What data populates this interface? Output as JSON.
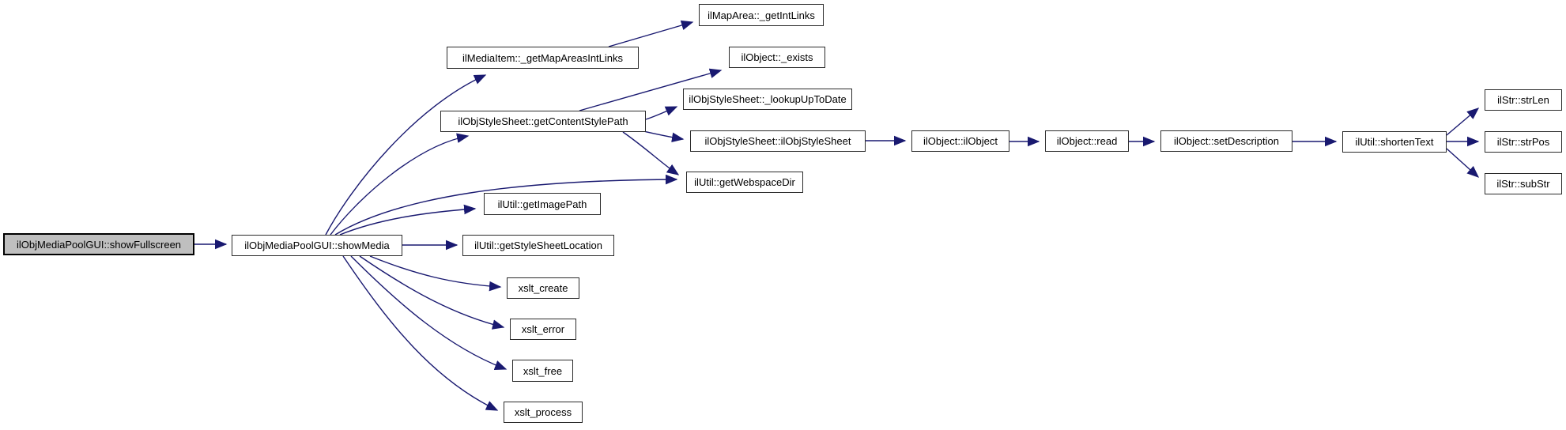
{
  "diagram": {
    "type": "call-graph",
    "root_function": "ilObjMediaPoolGUI::showFullscreen"
  },
  "colors": {
    "edge": "#191970",
    "node_border": "#2b2b2b",
    "node_fill": "#ffffff",
    "root_fill": "#bfbfbf",
    "background": "#ffffff"
  },
  "nodes": {
    "showFullscreen": {
      "label": "ilObjMediaPoolGUI::showFullscreen"
    },
    "showMedia": {
      "label": "ilObjMediaPoolGUI::showMedia"
    },
    "getMapAreasIntLinks": {
      "label": "ilMediaItem::_getMapAreasIntLinks"
    },
    "getIntLinks": {
      "label": "ilMapArea::_getIntLinks"
    },
    "exists": {
      "label": "ilObject::_exists"
    },
    "getContentStylePath": {
      "label": "ilObjStyleSheet::getContentStylePath"
    },
    "lookupUpToDate": {
      "label": "ilObjStyleSheet::_lookupUpToDate"
    },
    "ilObjStyleSheet": {
      "label": "ilObjStyleSheet::ilObjStyleSheet"
    },
    "getWebspaceDir": {
      "label": "ilUtil::getWebspaceDir"
    },
    "getImagePath": {
      "label": "ilUtil::getImagePath"
    },
    "getStyleSheetLocation": {
      "label": "ilUtil::getStyleSheetLocation"
    },
    "xsltCreate": {
      "label": "xslt_create"
    },
    "xsltError": {
      "label": "xslt_error"
    },
    "xsltFree": {
      "label": "xslt_free"
    },
    "xsltProcess": {
      "label": "xslt_process"
    },
    "ilObject": {
      "label": "ilObject::ilObject"
    },
    "read": {
      "label": "ilObject::read"
    },
    "setDescription": {
      "label": "ilObject::setDescription"
    },
    "shortenText": {
      "label": "ilUtil::shortenText"
    },
    "strLen": {
      "label": "ilStr::strLen"
    },
    "strPos": {
      "label": "ilStr::strPos"
    },
    "subStr": {
      "label": "ilStr::subStr"
    }
  },
  "edges": [
    {
      "from": "showFullscreen",
      "to": "showMedia"
    },
    {
      "from": "showMedia",
      "to": "getMapAreasIntLinks"
    },
    {
      "from": "showMedia",
      "to": "getContentStylePath"
    },
    {
      "from": "showMedia",
      "to": "getWebspaceDir"
    },
    {
      "from": "showMedia",
      "to": "getImagePath"
    },
    {
      "from": "showMedia",
      "to": "getStyleSheetLocation"
    },
    {
      "from": "showMedia",
      "to": "xsltCreate"
    },
    {
      "from": "showMedia",
      "to": "xsltError"
    },
    {
      "from": "showMedia",
      "to": "xsltFree"
    },
    {
      "from": "showMedia",
      "to": "xsltProcess"
    },
    {
      "from": "getMapAreasIntLinks",
      "to": "getIntLinks"
    },
    {
      "from": "getContentStylePath",
      "to": "exists"
    },
    {
      "from": "getContentStylePath",
      "to": "lookupUpToDate"
    },
    {
      "from": "getContentStylePath",
      "to": "ilObjStyleSheet"
    },
    {
      "from": "getContentStylePath",
      "to": "getWebspaceDir"
    },
    {
      "from": "ilObjStyleSheet",
      "to": "ilObject"
    },
    {
      "from": "ilObject",
      "to": "read"
    },
    {
      "from": "read",
      "to": "setDescription"
    },
    {
      "from": "setDescription",
      "to": "shortenText"
    },
    {
      "from": "shortenText",
      "to": "strLen"
    },
    {
      "from": "shortenText",
      "to": "strPos"
    },
    {
      "from": "shortenText",
      "to": "subStr"
    }
  ]
}
